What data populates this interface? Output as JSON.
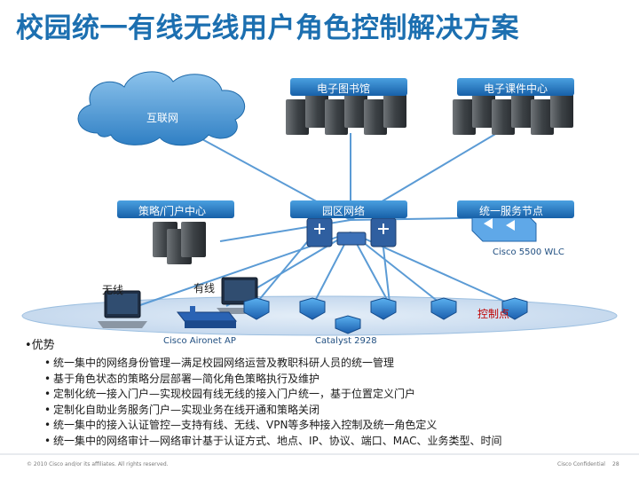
{
  "title": "校园统一有线无线用户角色控制解决方案",
  "nodes": {
    "internet": "互联网",
    "ebook_library": "电子图书馆",
    "courseware_center": "电子课件中心",
    "policy_portal": "策略/门户中心",
    "campus_network": "园区网络",
    "unified_service": "统一服务节点",
    "wlc": "Cisco 5500 WLC",
    "wireless": "无线",
    "wired": "有线",
    "control_point": "控制点",
    "aironet": "Cisco Aironet AP",
    "catalyst": "Catalyst 2928"
  },
  "advantage_heading": "•优势",
  "bullets": [
    "统一集中的网络身份管理—满足校园网络运营及教职科研人员的统一管理",
    "基于角色状态的策略分层部署—简化角色策略执行及维护",
    "定制化统一接入门户—实现校园有线无线的接入门户统一，基于位置定义门户",
    "定制化自助业务服务门户—实现业务在线开通和策略关闭",
    "统一集中的接入认证管控—支持有线、无线、VPN等多种接入控制及统一角色定义",
    "统一集中的网络审计—网络审计基于认证方式、地点、IP、协议、端口、MAC、业务类型、时间"
  ],
  "footer": {
    "copyright": "© 2010 Cisco and/or its affiliates. All rights reserved.",
    "confidential": "Cisco Confidential",
    "page": "28"
  },
  "colors": {
    "title": "#1c6fb0",
    "label_bar": "#1e78c2",
    "control_point": "#c00000",
    "link_line": "#5b9bd5"
  },
  "icons": {
    "cloud": "cloud-icon",
    "server": "server-icon",
    "switch": "switch-icon",
    "wlc": "wlc-icon",
    "access_point": "access-point-icon",
    "laptop": "laptop-icon",
    "shield": "control-shield-icon"
  }
}
